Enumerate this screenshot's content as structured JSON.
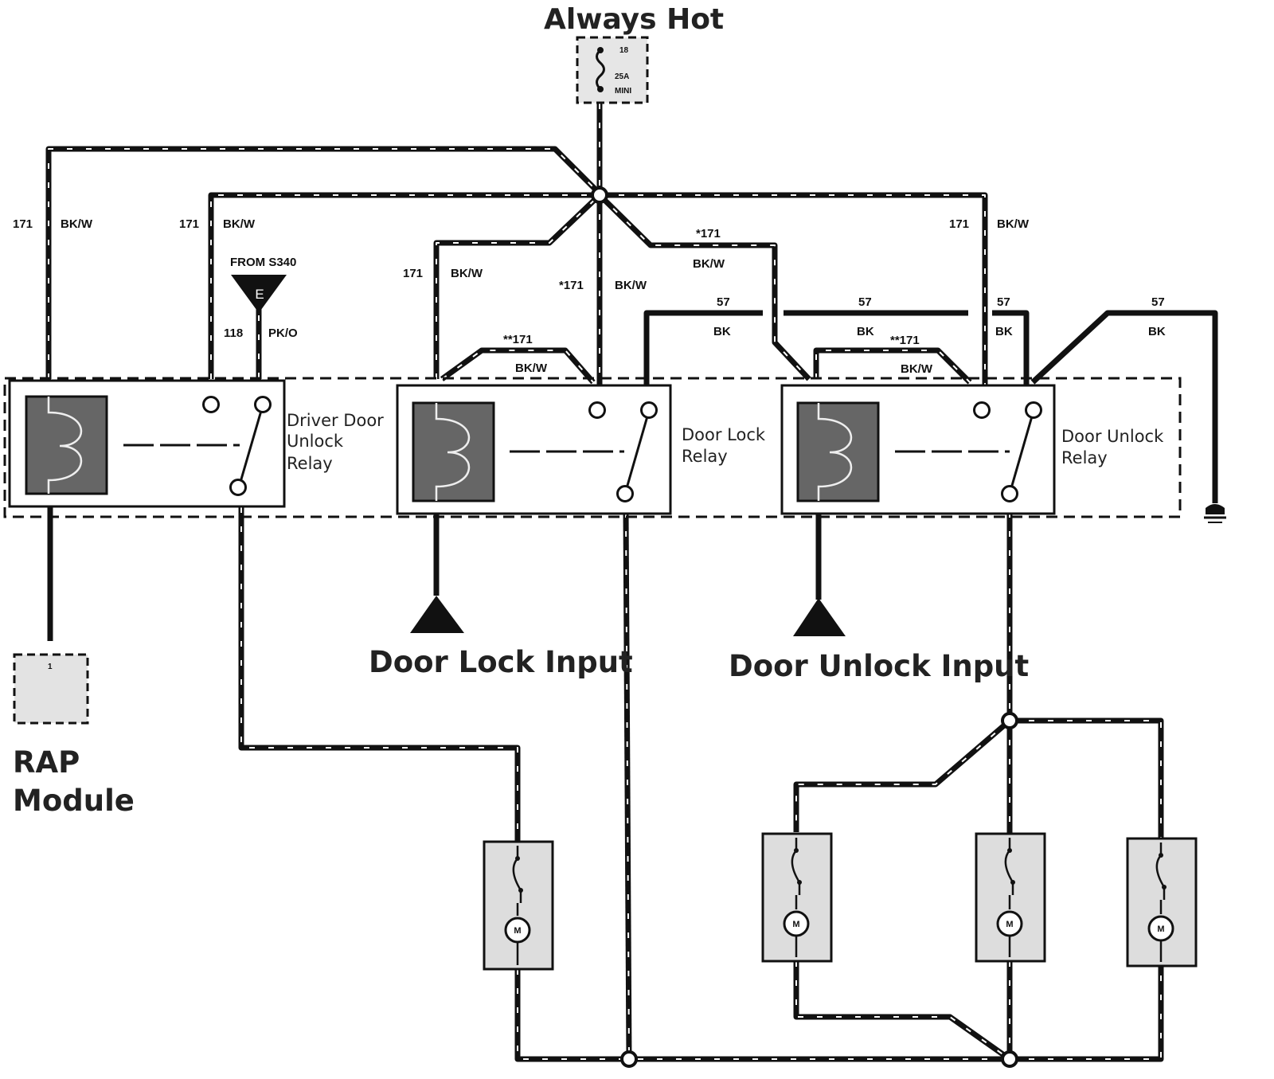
{
  "power": {
    "title": "Always Hot",
    "fuse_number": "18",
    "fuse_rating": "25A",
    "fuse_type": "MINI"
  },
  "wires": {
    "w1": {
      "circuit": "171",
      "color": "BK/W"
    },
    "w2": {
      "circuit": "171",
      "color": "BK/W"
    },
    "w3": {
      "circuit": "171",
      "color": "BK/W"
    },
    "w4": {
      "circuit": "*171",
      "color": "BK/W"
    },
    "w5": {
      "circuit": "*171",
      "color": "BK/W"
    },
    "w6": {
      "circuit": "171",
      "color": "BK/W"
    },
    "w7": {
      "circuit": "**171",
      "color": "BK/W"
    },
    "w8": {
      "circuit": "**171",
      "color": "BK/W"
    },
    "w9": {
      "circuit": "118",
      "color": "PK/O"
    },
    "g1": {
      "circuit": "57",
      "color": "BK"
    },
    "g2": {
      "circuit": "57",
      "color": "BK"
    },
    "g3": {
      "circuit": "57",
      "color": "BK"
    },
    "g4": {
      "circuit": "57",
      "color": "BK"
    }
  },
  "splice_source": {
    "label": "FROM S340",
    "connector": "E"
  },
  "relays": {
    "driver_unlock": "Driver Door Unlock Relay",
    "lock": "Door Lock Relay",
    "unlock": "Door Unlock Relay"
  },
  "inputs": {
    "lock": "Door Lock Input",
    "unlock": "Door Unlock Input"
  },
  "module": {
    "label": "RAP Module",
    "pin": "1"
  },
  "motor_symbol": "M"
}
